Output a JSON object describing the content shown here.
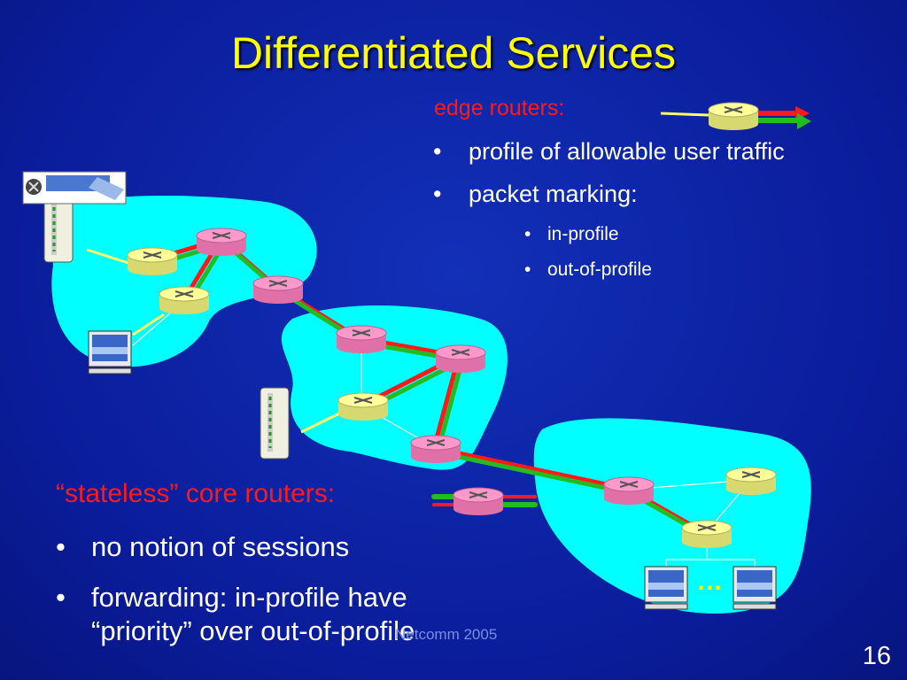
{
  "title": "Differentiated Services",
  "edge": {
    "heading": "edge routers:",
    "bullets": [
      "profile of allowable user traffic",
      "packet marking:"
    ],
    "subbullets": [
      "in-profile",
      "out-of-profile"
    ]
  },
  "core": {
    "heading": "“stateless” core routers:",
    "bullets": [
      "no notion of sessions",
      "forwarding: in-profile have"
    ],
    "bullet2_cont": "“priority” over out-of-profile"
  },
  "bullet_glyph": "•",
  "footer": "Netcomm 2005",
  "page_number": "16",
  "ellipsis": "…",
  "colors": {
    "background": "#0a1fa3",
    "title": "#ffff00",
    "heading": "#ff1a1a",
    "cloud": "#00ffff",
    "edge_router": "#ffff99",
    "core_router": "#ff99cc",
    "in_profile_line": "#22bb22",
    "out_profile_line": "#ff1a1a"
  }
}
